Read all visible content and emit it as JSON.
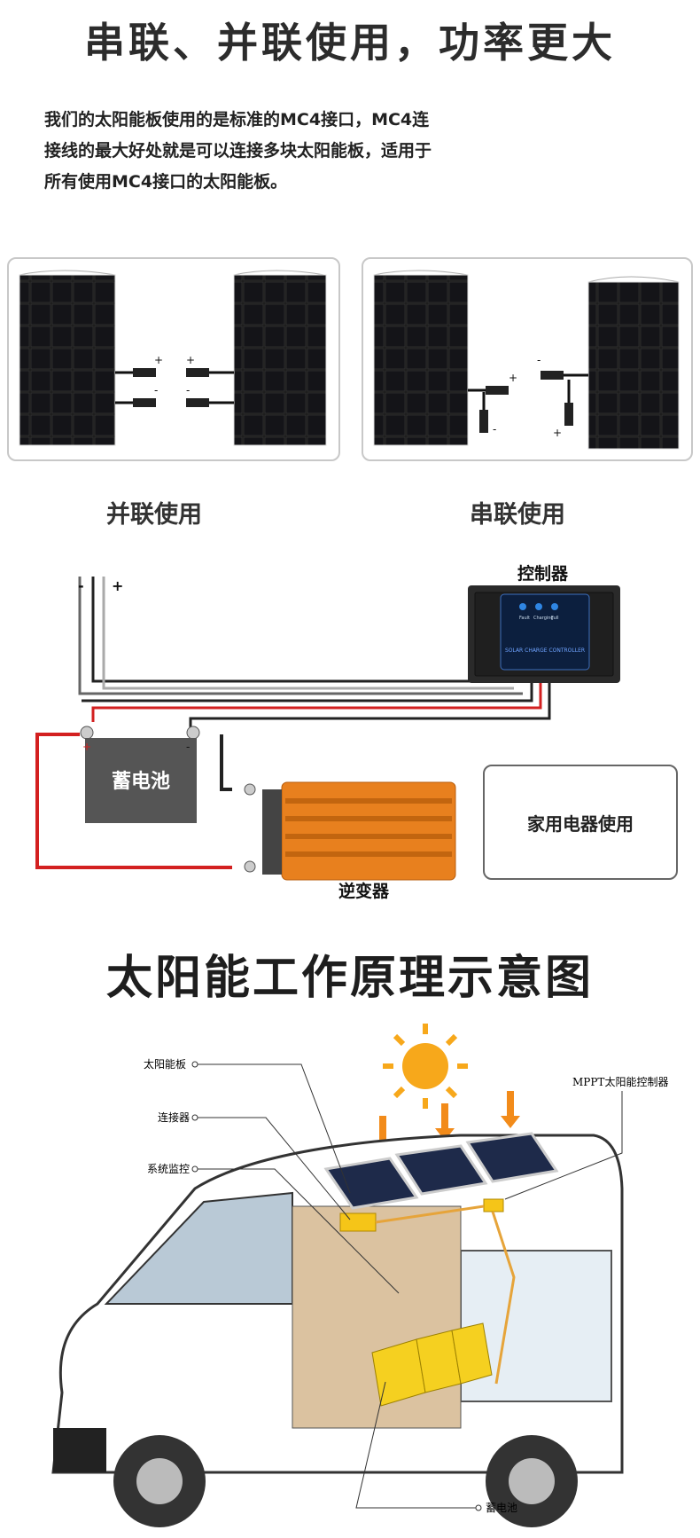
{
  "header": {
    "title": "串联、并联使用，功率更大"
  },
  "intro": {
    "text": "我们的太阳能板使用的是标准的MC4接口，MC4连接线的最大好处就是可以连接多块太阳能板，适用于所有使用MC4接口的太阳能板。"
  },
  "panels": {
    "parallel_caption": "并联使用",
    "series_caption": "串联使用",
    "plus": "+",
    "minus": "-"
  },
  "wiring": {
    "controller_label": "控制器",
    "controller_face": "SOLAR CHARGE CONTROLLER",
    "controller_leds": [
      "Fault",
      "Charging",
      "Full"
    ],
    "battery_label": "蓄电池",
    "inverter_label": "逆变器",
    "appliance_label": "家用电器使用",
    "minus": "-",
    "plus": "+"
  },
  "principle": {
    "title": "太阳能工作原理示意图",
    "callouts": {
      "panel": "太阳能板",
      "connector": "连接器",
      "monitor": "系统监控",
      "mppt": "MPPT太阳能控制器",
      "battery": "蓄电池"
    }
  },
  "colors": {
    "red_wire": "#d32020",
    "black_wire": "#222222",
    "inverter_orange": "#e8801e",
    "sun": "#f7a81b",
    "battery_yellow": "#f5d020"
  }
}
